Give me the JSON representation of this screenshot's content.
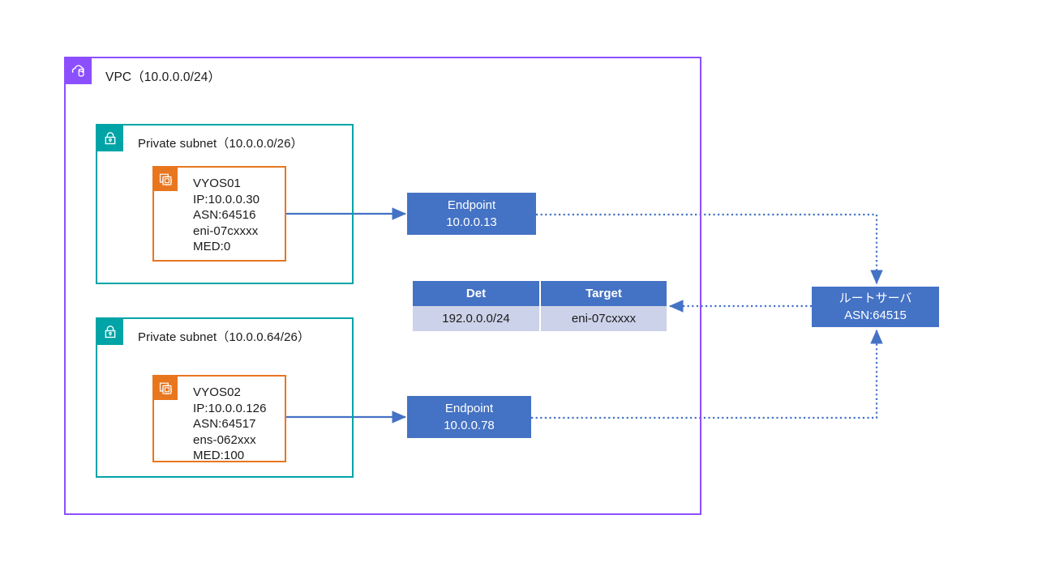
{
  "diagram": {
    "title": "AWS VPC BGP route server diagram",
    "colors": {
      "vpc_purple": "#8c4fff",
      "subnet_teal": "#00a4a6",
      "instance_orange": "#e8761f",
      "box_blue": "#4472c4",
      "table_row": "#ccd2e9",
      "connector_blue": "#4472c4"
    }
  },
  "vpc": {
    "icon": "vpc-cloud-icon",
    "label": "VPC（10.0.0.0/24）"
  },
  "subnets": [
    {
      "icon": "private-subnet-lock-icon",
      "label": "Private subnet（10.0.0.0/26）",
      "instance": {
        "icon": "ec2-instance-icon",
        "name": "VYOS01",
        "ip": "IP:10.0.0.30",
        "asn": "ASN:64516",
        "eni": "eni-07cxxxx",
        "med": "MED:0",
        "text": "VYOS01\nIP:10.0.0.30\nASN:64516\neni-07cxxxx\nMED:0"
      }
    },
    {
      "icon": "private-subnet-lock-icon",
      "label": "Private subnet（10.0.0.64/26）",
      "instance": {
        "icon": "ec2-instance-icon",
        "name": "VYOS02",
        "ip": "IP:10.0.0.126",
        "asn": "ASN:64517",
        "eni": "ens-062xxx",
        "med": "MED:100",
        "text": "VYOS02\nIP:10.0.0.126\nASN:64517\nens-062xxx\nMED:100"
      }
    }
  ],
  "endpoints": [
    {
      "title": "Endpoint",
      "address": "10.0.0.13"
    },
    {
      "title": "Endpoint",
      "address": "10.0.0.78"
    }
  ],
  "route_table": {
    "headers": [
      "Det",
      "Target"
    ],
    "rows": [
      [
        "192.0.0.0/24",
        "eni-07cxxxx"
      ]
    ]
  },
  "route_server": {
    "name": "ルートサーバ",
    "asn": "ASN:64515"
  }
}
